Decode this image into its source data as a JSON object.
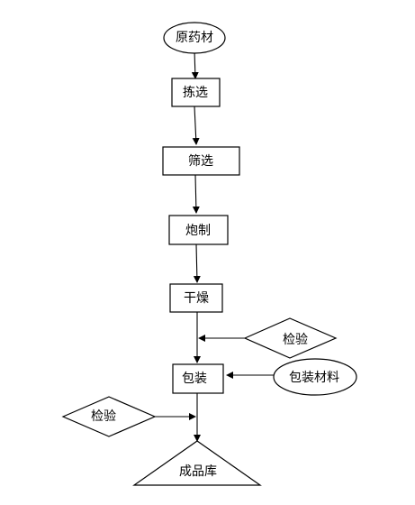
{
  "nodes": {
    "raw_material": "原药材",
    "sorting": "拣选",
    "screening": "筛选",
    "processing": "炮制",
    "drying": "干燥",
    "inspection_right": "检验",
    "packaging": "包装",
    "packaging_material": "包装材料",
    "inspection_left": "检验",
    "finished_warehouse": "成品库"
  }
}
